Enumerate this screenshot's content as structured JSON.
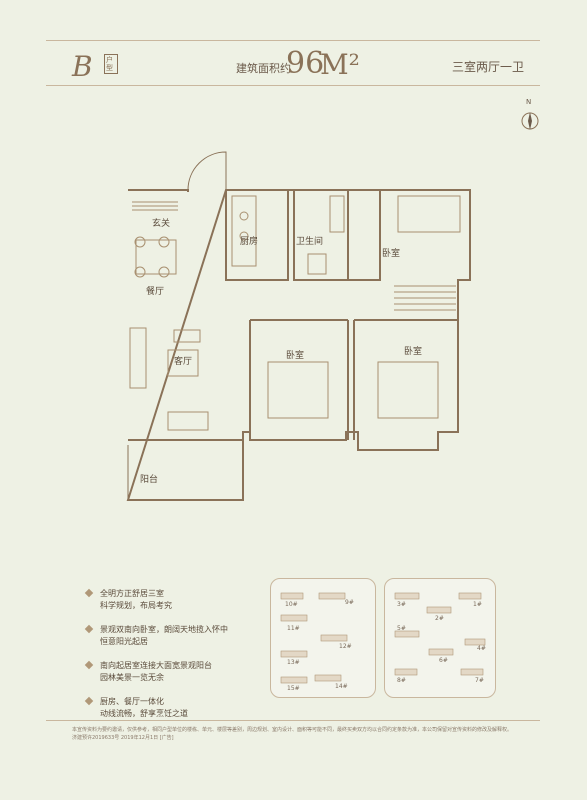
{
  "header": {
    "type_letter": "B",
    "type_sub": "户型",
    "area_label": "建筑面积约",
    "area_value": "96",
    "area_unit": "M²",
    "layout_type": "三室两厅一卫"
  },
  "compass": {
    "north_label": "N"
  },
  "rooms": {
    "entrance": "玄关",
    "kitchen": "厨房",
    "bathroom": "卫生间",
    "bedroom_north": "卧室",
    "dining": "餐厅",
    "living": "客厅",
    "bedroom_middle": "卧室",
    "bedroom_south": "卧室",
    "balcony": "阳台"
  },
  "features": [
    {
      "line1": "全明方正舒居三室",
      "line2": "科学规划，布局考究"
    },
    {
      "line1": "景观双南向卧室，朗阔天地揽入怀中",
      "line2": "恒意阳光起居"
    },
    {
      "line1": "南向起居室连接大面宽景观阳台",
      "line2": "园林美景一览无余"
    },
    {
      "line1": "厨房、餐厅一体化",
      "line2": "动线流畅，舒享烹饪之道"
    }
  ],
  "site_map_left": {
    "buildings": [
      "10#",
      "9#",
      "11#",
      "12#",
      "13#",
      "14#",
      "15#"
    ]
  },
  "site_map_right": {
    "buildings": [
      "3#",
      "1#",
      "2#",
      "5#",
      "4#",
      "6#",
      "8#",
      "7#"
    ]
  },
  "disclaimer": {
    "line1": "本宣传资料为要约邀请，仅供参考，相同户型单位的楼栋、单元、楼层等差别，周边规划、室内设计、面积等可能不同，最终买卖双方均以合同约定条款为准，本公司保留对宣传资料的修改及解释权。",
    "line2": "济建预许2019633号  2019年12月1日 [广告]"
  },
  "colors": {
    "background": "#eef1e4",
    "wall": "#8a7258",
    "accent": "#b09878",
    "text": "#5a4a3a"
  }
}
